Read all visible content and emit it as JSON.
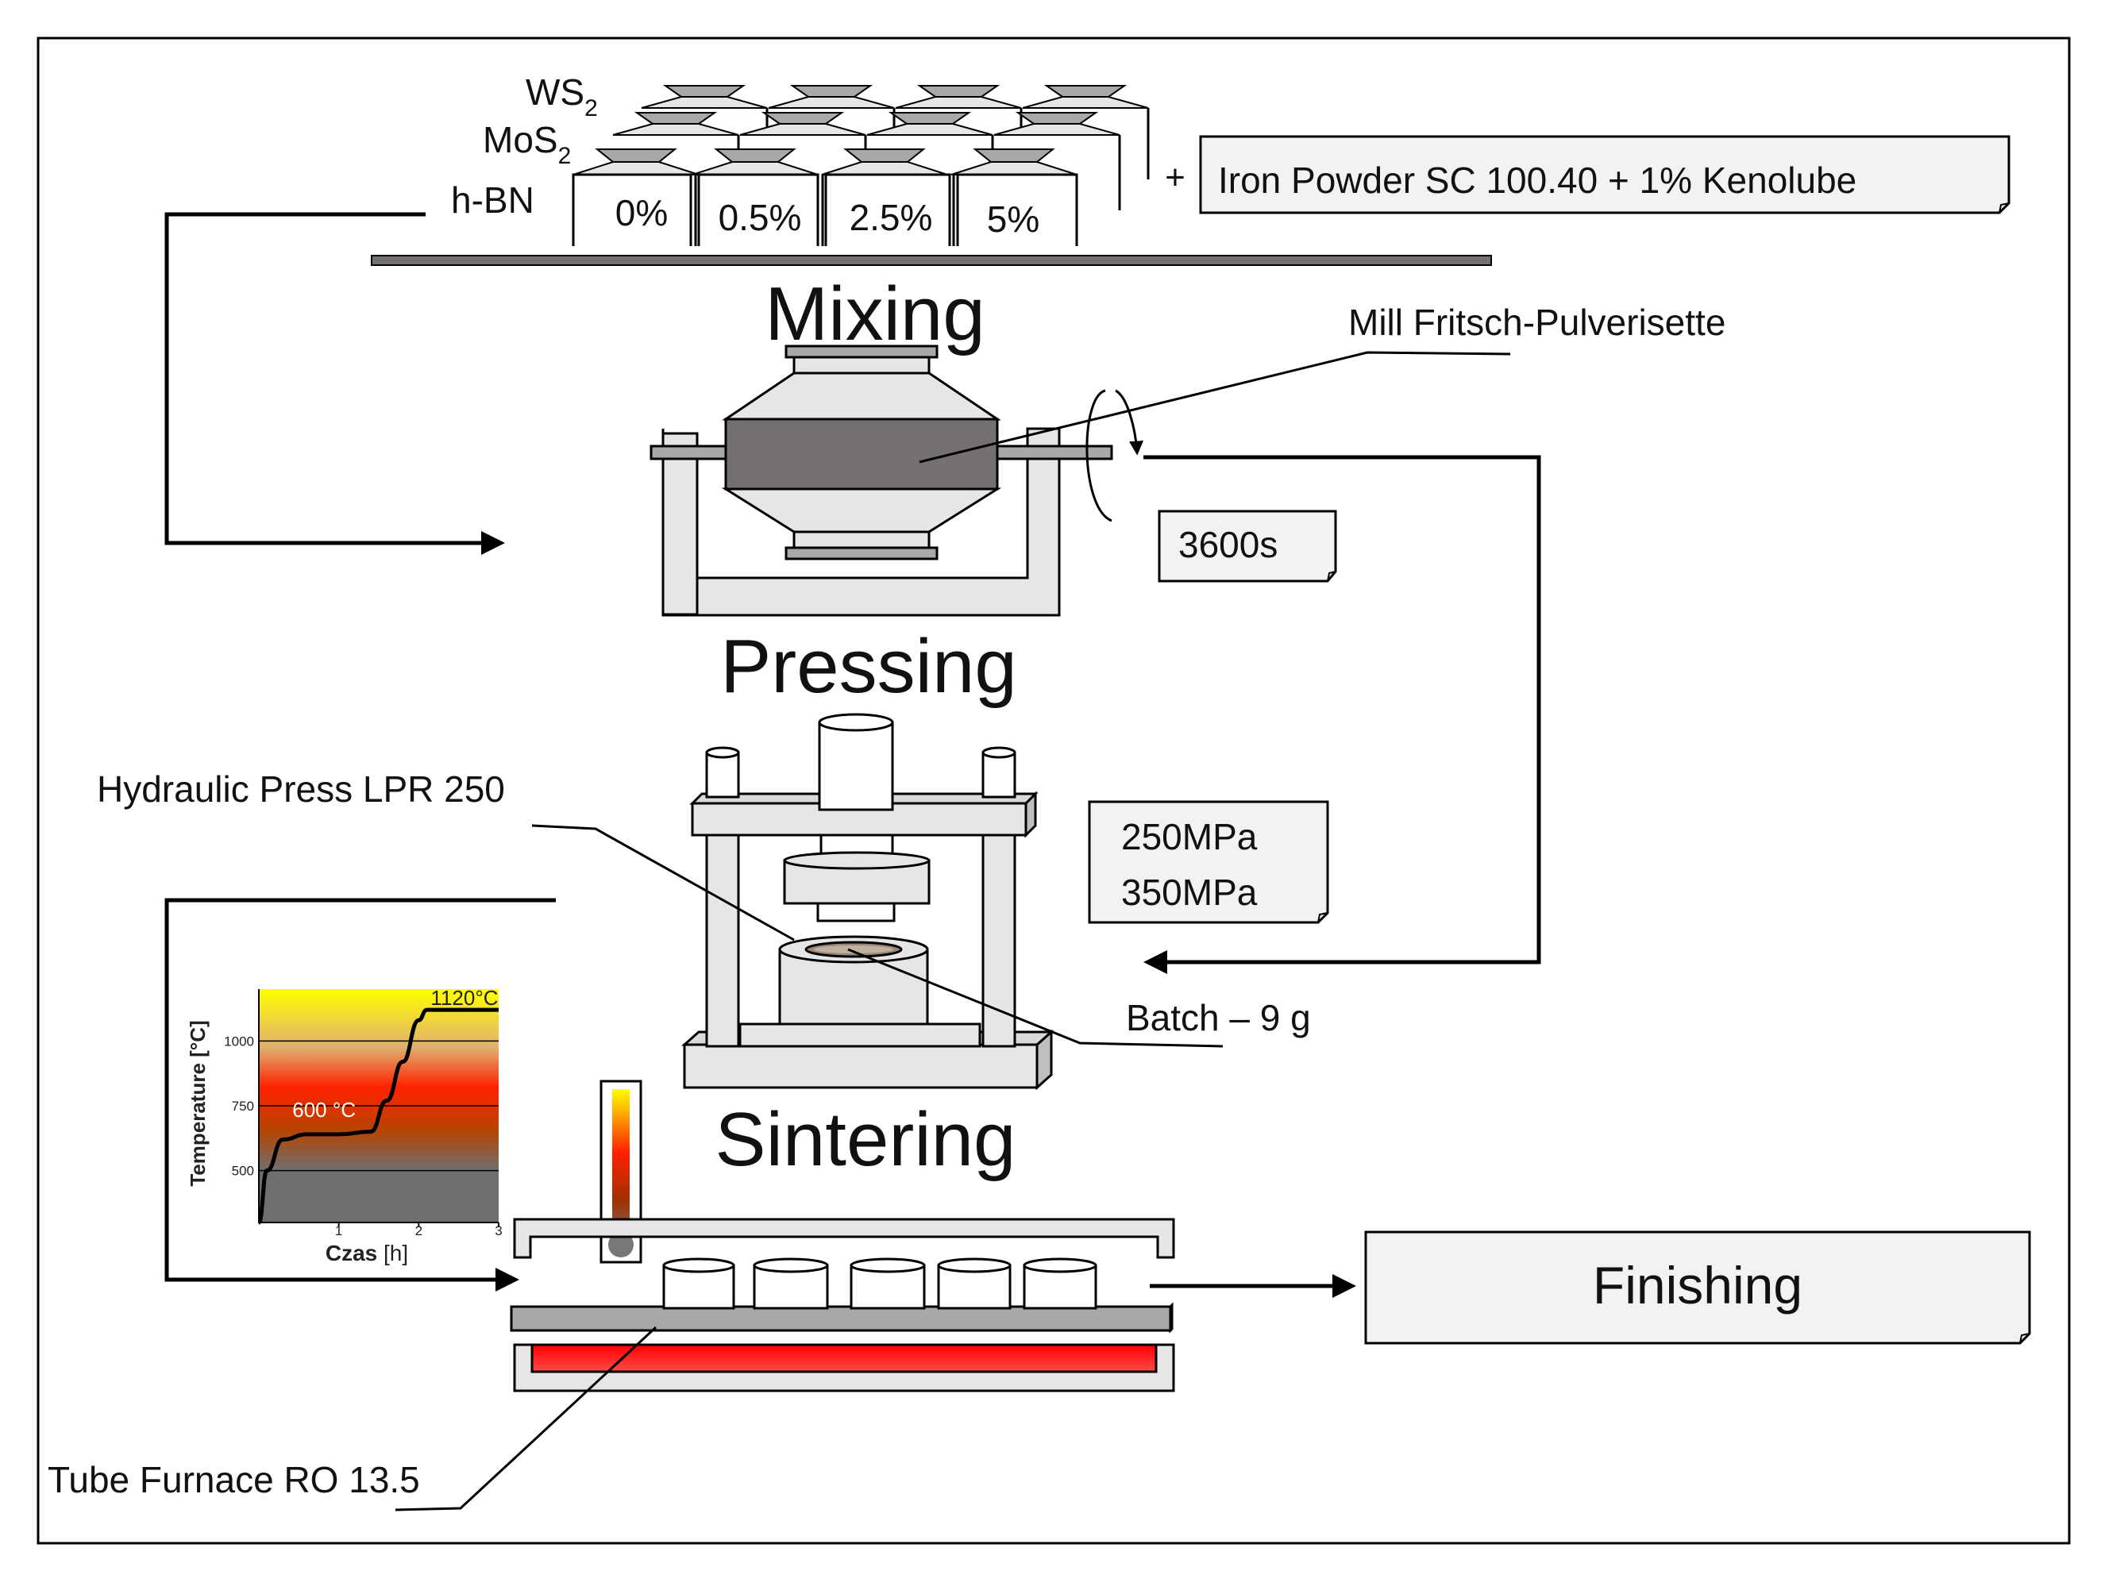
{
  "powders": {
    "ws2": {
      "main": "WS",
      "sub": "2"
    },
    "mos2": {
      "main": "MoS",
      "sub": "2"
    },
    "hbn": "h-BN",
    "percents": [
      "0%",
      "0.5%",
      "2.5%",
      "5%"
    ],
    "plus": "+",
    "iron_powder": "Iron Powder  SC 100.40 + 1% Kenolube"
  },
  "mixing": {
    "title": "Mixing",
    "mill_label": "Mill Fritsch-Pulverisette",
    "time": "3600s"
  },
  "pressing": {
    "title": "Pressing",
    "press_label": "Hydraulic Press LPR 250",
    "pressure_1": "250MPa",
    "pressure_2": "350MPa",
    "batch_label": "Batch – 9 g"
  },
  "sintering": {
    "title": "Sintering",
    "furnace_label": "Tube Furnace RO 13.5"
  },
  "finishing": {
    "title": "Finishing"
  },
  "colors": {
    "mill_dark": "#757171",
    "light_grey": "#e7e6e6",
    "heater_red": "#ff0000",
    "chart_yellow": "#ffff00"
  },
  "chart_data": {
    "type": "line",
    "xlabel_bold": "Czas",
    "xlabel_unit": "[h]",
    "ylabel": "Temperature [°C]",
    "xlim": [
      0,
      3
    ],
    "ylim": [
      300,
      1200
    ],
    "x_ticks": [
      "1",
      "2",
      "3"
    ],
    "y_ticks": [
      "500",
      "750",
      "1000"
    ],
    "series": [
      {
        "x": [
          0,
          0.1,
          0.3,
          0.6,
          1.0,
          1.4,
          1.6,
          1.8,
          2.0,
          2.1,
          3.0
        ],
        "y": [
          300,
          500,
          620,
          640,
          640,
          650,
          770,
          920,
          1080,
          1120,
          1120
        ]
      }
    ],
    "annotations": [
      {
        "text": "600 °C"
      },
      {
        "text": "1120°C"
      }
    ]
  }
}
